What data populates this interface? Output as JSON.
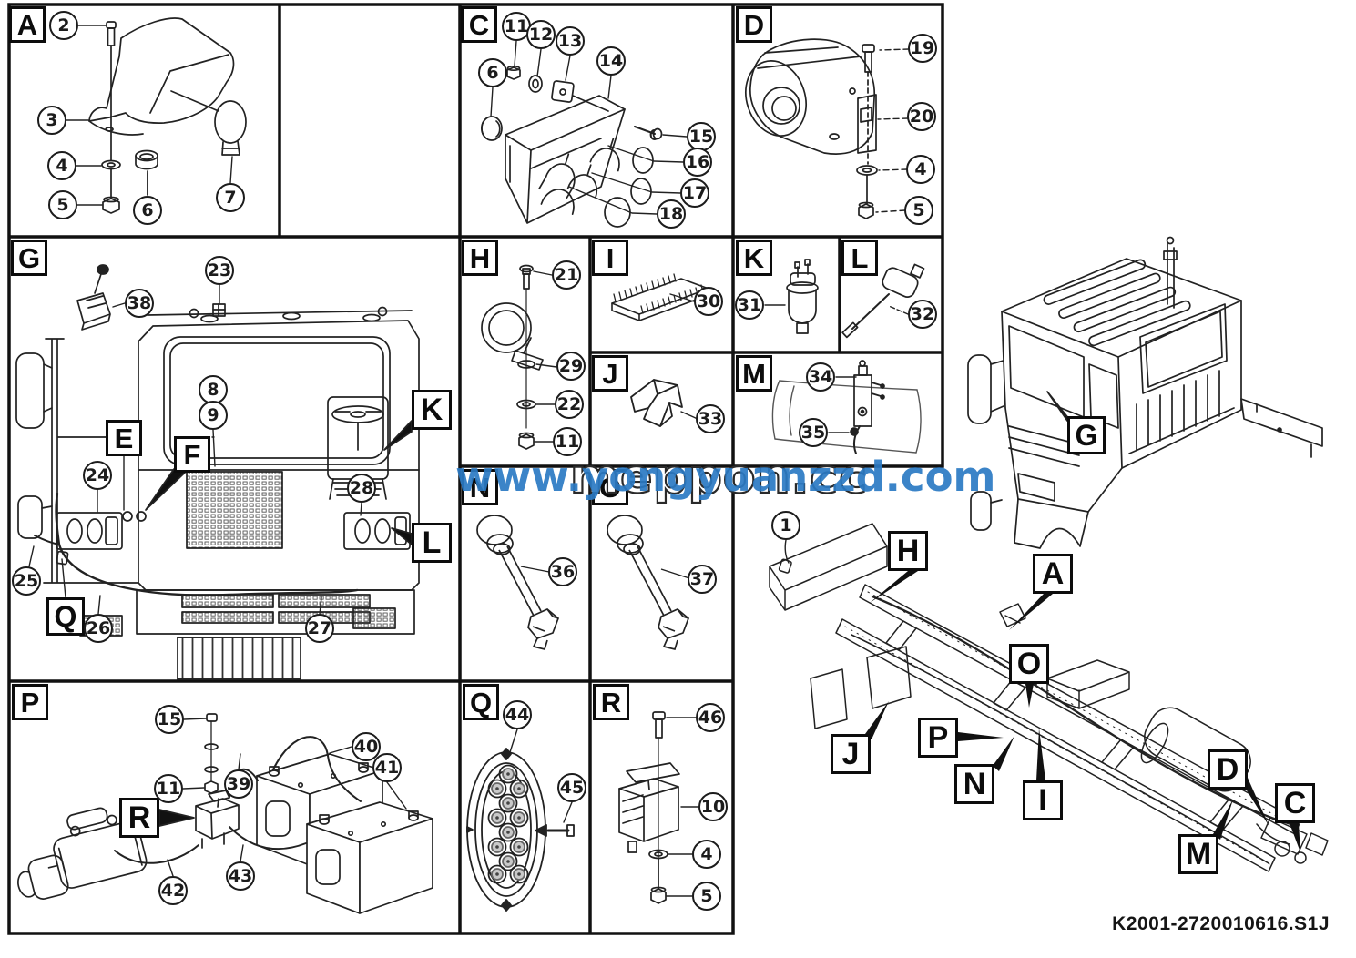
{
  "document": {
    "code": "K2001-2720010616.S1J",
    "watermark": "www.yongyuanzzd.com",
    "watermark_back": "meppon.cc"
  },
  "colors": {
    "watermark_blue": "#2b7ac4",
    "line": "#222222"
  },
  "letters": {
    "A": "A",
    "C": "C",
    "D": "D",
    "E": "E",
    "F": "F",
    "G": "G",
    "H": "H",
    "I": "I",
    "J": "J",
    "K": "K",
    "L": "L",
    "M": "M",
    "N": "N",
    "O": "O",
    "P": "P",
    "Q": "Q",
    "R": "R"
  },
  "nums": {
    "n1": "1",
    "n2": "2",
    "n3": "3",
    "n4": "4",
    "n5": "5",
    "n6": "6",
    "n7": "7",
    "n8": "8",
    "n9": "9",
    "n10": "10",
    "n11": "11",
    "n12": "12",
    "n13": "13",
    "n14": "14",
    "n15": "15",
    "n16": "16",
    "n17": "17",
    "n18": "18",
    "n19": "19",
    "n20": "20",
    "n21": "21",
    "n22": "22",
    "n23": "23",
    "n24": "24",
    "n25": "25",
    "n26": "26",
    "n27": "27",
    "n28": "28",
    "n29": "29",
    "n30": "30",
    "n31": "31",
    "n32": "32",
    "n33": "33",
    "n34": "34",
    "n35": "35",
    "n36": "36",
    "n37": "37",
    "n38": "38",
    "n39": "39",
    "n40": "40",
    "n41": "41",
    "n42": "42",
    "n43": "43",
    "n44": "44",
    "n45": "45",
    "n46": "46"
  },
  "panels": [
    {
      "id": "A",
      "callouts": [
        2,
        3,
        4,
        5,
        6,
        7
      ]
    },
    {
      "id": "C",
      "callouts": [
        6,
        11,
        12,
        13,
        14,
        15,
        16,
        17,
        18
      ]
    },
    {
      "id": "D",
      "callouts": [
        19,
        20,
        4,
        5
      ]
    },
    {
      "id": "G",
      "callouts": [
        38,
        23,
        8,
        9,
        24,
        25,
        26,
        27,
        28
      ],
      "ref_labels": [
        "E",
        "F",
        "K",
        "L",
        "Q"
      ]
    },
    {
      "id": "H",
      "callouts": [
        21,
        29,
        22,
        11
      ]
    },
    {
      "id": "I",
      "callouts": [
        30
      ]
    },
    {
      "id": "K",
      "callouts": [
        31
      ]
    },
    {
      "id": "L",
      "callouts": [
        32
      ]
    },
    {
      "id": "J",
      "callouts": [
        33
      ]
    },
    {
      "id": "M",
      "callouts": [
        34,
        35
      ]
    },
    {
      "id": "N",
      "callouts": [
        36
      ]
    },
    {
      "id": "O",
      "callouts": [
        37
      ]
    },
    {
      "id": "P",
      "callouts": [
        15,
        11,
        39,
        40,
        41,
        42,
        43
      ],
      "ref_labels": [
        "R"
      ]
    },
    {
      "id": "Q",
      "callouts": [
        44,
        45
      ]
    },
    {
      "id": "R",
      "callouts": [
        46,
        10,
        4,
        5
      ]
    }
  ],
  "overview": {
    "cab_labels": [
      "G"
    ],
    "chassis_labels": [
      "H",
      "A",
      "O",
      "P",
      "N",
      "I",
      "J",
      "D",
      "C",
      "M"
    ],
    "chassis_callouts": [
      1
    ]
  }
}
